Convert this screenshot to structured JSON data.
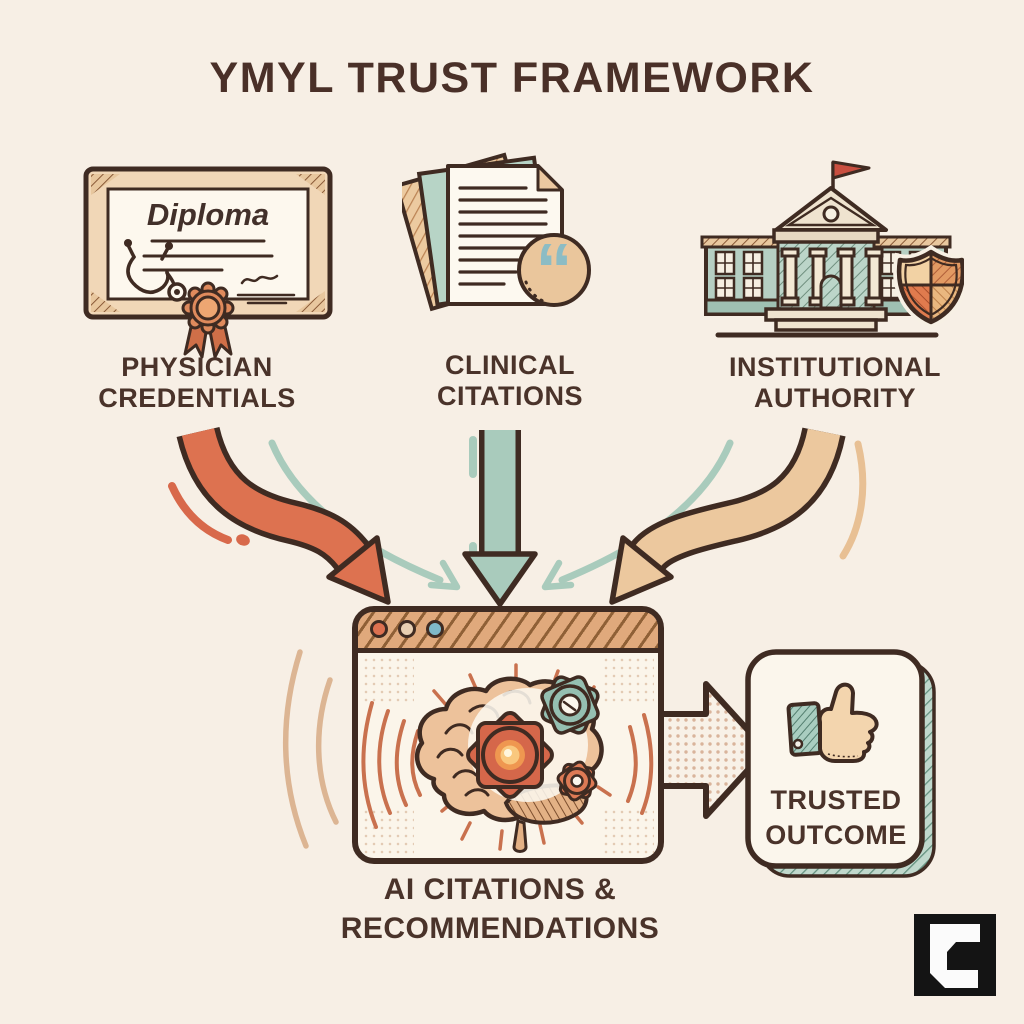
{
  "title": "YMYL TRUST FRAMEWORK",
  "sources": [
    {
      "id": "physician-credentials",
      "lines": [
        "PHYSICIAN",
        "CREDENTIALS"
      ],
      "icon": "diploma-seal-stethoscope-icon",
      "diploma_text": "Diploma"
    },
    {
      "id": "clinical-citations",
      "lines": [
        "CLINICAL",
        "CITATIONS"
      ],
      "icon": "paper-stack-quote-icon",
      "quote_mark": "“"
    },
    {
      "id": "institutional-authority",
      "lines": [
        "INSTITUTIONAL",
        "AUTHORITY"
      ],
      "icon": "university-building-shield-icon"
    }
  ],
  "center": {
    "lines": [
      "AI CITATIONS &",
      "RECOMMENDATIONS"
    ],
    "icon": "browser-brain-gears-icon"
  },
  "outcome": {
    "lines": [
      "TRUSTED",
      "OUTCOME"
    ],
    "icon": "thumbs-up-icon"
  },
  "logo": {
    "icon": "c-mark-logo"
  },
  "colors": {
    "background": "#f7efe5",
    "ink_outline": "#3f2b22",
    "text": "#4a332a",
    "terracotta_arrow": "#dd7250",
    "teal_arrow": "#a9cbbc",
    "tan_arrow": "#ecc89e",
    "browser_bar": "#e0a97c",
    "browser_dot_orange": "#dd7150",
    "browser_dot_cream": "#e8cfb2",
    "browser_dot_teal": "#7fb9c9",
    "brain": "#edc29b",
    "gear_orange": "#d5674a",
    "gear_teal": "#95bfb1",
    "gear_glow": "#f9c87e",
    "flag_red": "#c94f40",
    "building_wall": "#b6cfc3",
    "shield_tan": "#efc795",
    "quote_teal": "#8cbcc4",
    "seal_orange": "#df8a5c",
    "logo_background": "#141414"
  }
}
